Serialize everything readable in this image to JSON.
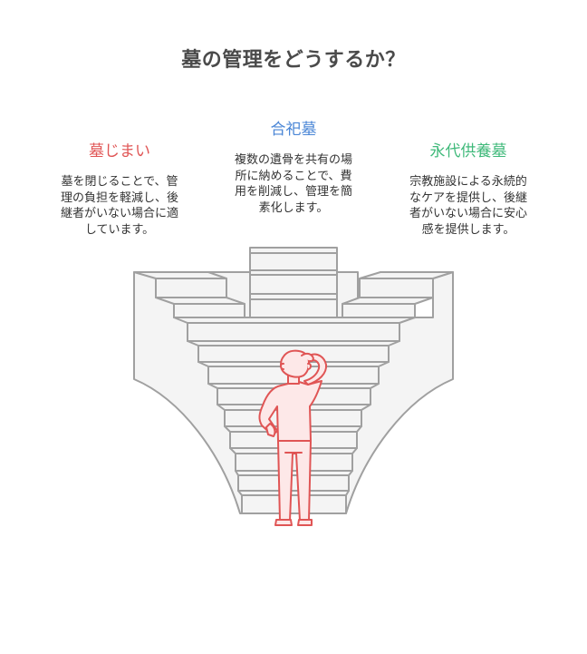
{
  "title": "墓の管理をどうするか？",
  "options": {
    "left": {
      "label": "墓じまい",
      "color": "#e05555",
      "description_lines": [
        "墓を閉じることで、管",
        "理の負担を軽減し、後",
        "継者がいない場合に適",
        "しています。"
      ]
    },
    "center": {
      "label": "合祀墓",
      "color": "#4a86d6",
      "description_lines": [
        "複数の遺骨を共有の場",
        "所に納めることで、費",
        "用を削減し、管理を簡",
        "素化します。"
      ]
    },
    "right": {
      "label": "永代供養墓",
      "color": "#3fb97a",
      "description_lines": [
        "宗教施設による永続的",
        "なケアを提供し、後継",
        "者がいない場合に安心",
        "感を提供します。"
      ]
    }
  },
  "illustration": {
    "subject": "person-scratching-head-facing-staircase",
    "stair_fill": "#f4f4f4",
    "stair_stroke": "#a0a0a0",
    "person_fill": "#fde8e8",
    "person_stroke": "#e05555"
  }
}
